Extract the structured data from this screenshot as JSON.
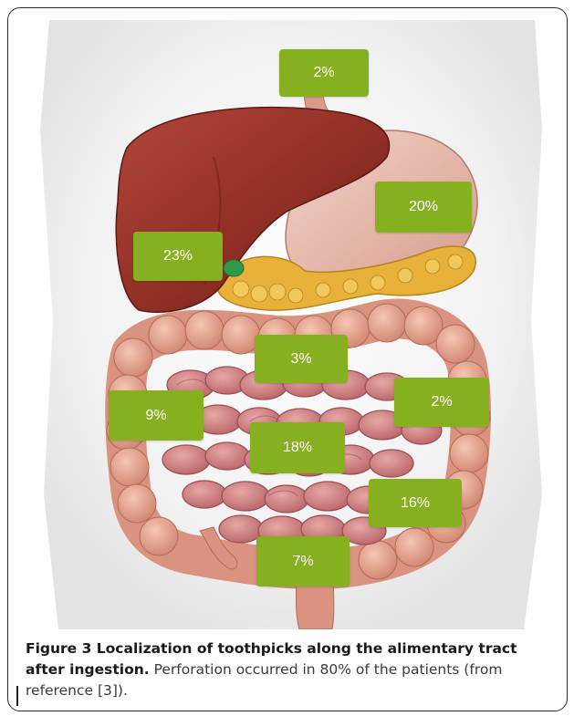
{
  "figure": {
    "caption_label": "Figure 3 Localization of toothpicks along the alimentary tract after ingestion.",
    "caption_text": " Perforation occurred in 80% of the patients (from reference [3])."
  },
  "labels": [
    {
      "name": "esophagus-label",
      "text": "2%"
    },
    {
      "name": "stomach-label",
      "text": "20%"
    },
    {
      "name": "duodenum-label",
      "text": "23%"
    },
    {
      "name": "transverse-colon-label",
      "text": "3%"
    },
    {
      "name": "ascending-colon-label",
      "text": "9%"
    },
    {
      "name": "descending-colon-label",
      "text": "2%"
    },
    {
      "name": "small-intestine-label",
      "text": "18%"
    },
    {
      "name": "sigmoid-colon-label",
      "text": "16%"
    },
    {
      "name": "rectum-label",
      "text": "7%"
    }
  ],
  "colors": {
    "badge": "#86b01f",
    "liver": "#8f2e24",
    "stomach": "#e6b5a7",
    "pancreas": "#e8b23a",
    "colon": "#d99380",
    "small_intestine": "#c97b7b"
  }
}
